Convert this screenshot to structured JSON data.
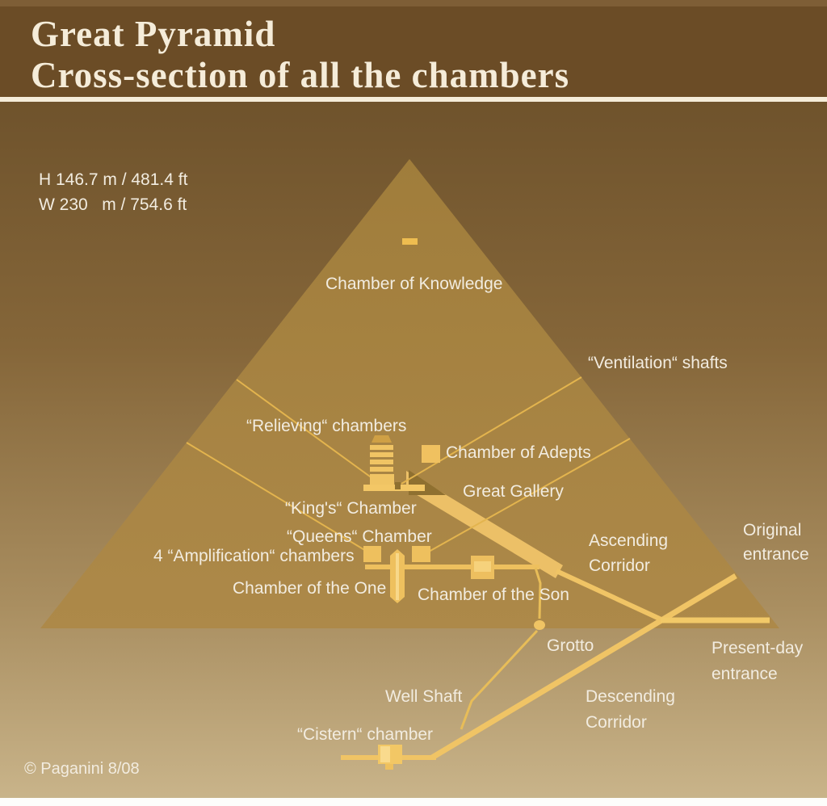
{
  "header": {
    "line1": "Great Pyramid",
    "line2": "Cross-section of all the chambers"
  },
  "stats": {
    "height": "H 146.7 m / 481.4 ft",
    "width": "W 230   m / 754.6 ft"
  },
  "labels": {
    "chamber_of_knowledge": "Chamber of Knowledge",
    "ventilation_shafts": "“Ventilation“ shafts",
    "relieving_chambers": "“Relieving“ chambers",
    "chamber_of_adepts": "Chamber of Adepts",
    "great_gallery": "Great Gallery",
    "kings_chamber": "“King's“ Chamber",
    "queens_chamber": "“Queens“ Chamber",
    "amplification_chambers": "4 “Amplification“ chambers",
    "chamber_of_the_one": "Chamber of the One",
    "chamber_of_the_son": "Chamber of the Son",
    "ascending_corridor_1": "Ascending",
    "ascending_corridor_2": "Corridor",
    "original_entrance_1": "Original",
    "original_entrance_2": "entrance",
    "grotto": "Grotto",
    "present_day_entrance_1": "Present-day",
    "present_day_entrance_2": "entrance",
    "well_shaft": "Well Shaft",
    "descending_corridor_1": "Descending",
    "descending_corridor_2": "Corridor",
    "cistern_chamber": "“Cistern“ chamber"
  },
  "credit": "© Paganini 8/08",
  "colors": {
    "header_bg": "#6b4c26",
    "separator": "#f5ecd9",
    "background_top": "#6f532c",
    "background_bottom": "#c9b48a",
    "pyramid_fill": "#a6823e",
    "passage_gold": "#f0c464",
    "shaft_gold": "#e3b44e",
    "label_text": "#f2ece0"
  }
}
